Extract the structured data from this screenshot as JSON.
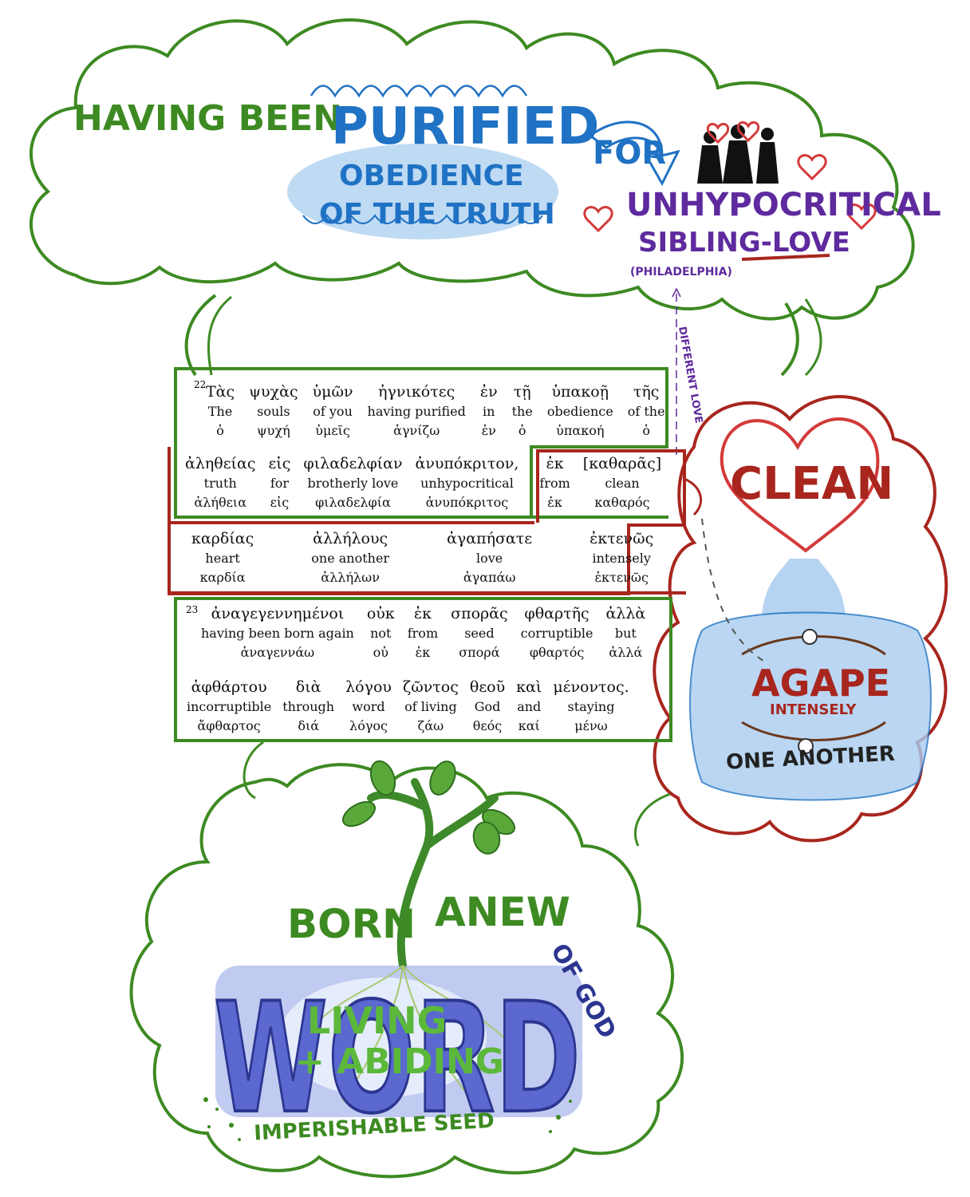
{
  "top_cloud": {
    "having_been": "HAVING BEEN",
    "purified": "PURIFIED",
    "obedience": "OBEDIENCE",
    "of_the_truth": "OF THE TRUTH",
    "for": "FOR",
    "unhypocritical": "UNHYPOCRITICAL",
    "sibling_love": "SIBLING-LOVE",
    "philadelphia": "(PHILADELPHIA)"
  },
  "side_note": "DIFFERENT LOVE",
  "right_cloud": {
    "clean": "CLEAN",
    "agape": "AGAPE",
    "intensely": "INTENSELY",
    "one_another": "ONE ANOTHER"
  },
  "bottom_cloud": {
    "born": "BORN",
    "anew": "ANEW",
    "word": "WORD",
    "of_god": "OF GOD",
    "living": "LIVING",
    "abiding": "+ ABIDING",
    "seed": "IMPERISHABLE SEED"
  },
  "verse22_number": "22",
  "verse23_number": "23",
  "rows": [
    [
      {
        "g": "Τὰς",
        "e": "The",
        "l": "ὁ"
      },
      {
        "g": "ψυχὰς",
        "e": "souls",
        "l": "ψυχή"
      },
      {
        "g": "ὑμῶν",
        "e": "of you",
        "l": "ὑμεῖς"
      },
      {
        "g": "ἡγνικότες",
        "e": "having purified",
        "l": "ἁγνίζω"
      },
      {
        "g": "ἐν",
        "e": "in",
        "l": "ἐν"
      },
      {
        "g": "τῇ",
        "e": "the",
        "l": "ὁ"
      },
      {
        "g": "ὑπακοῇ",
        "e": "obedience",
        "l": "ὑπακοή"
      },
      {
        "g": "τῆς",
        "e": "of the",
        "l": "ὁ"
      }
    ],
    [
      {
        "g": "ἀληθείας",
        "e": "truth",
        "l": "ἀλήθεια"
      },
      {
        "g": "εἰς",
        "e": "for",
        "l": "εἰς"
      },
      {
        "g": "φιλαδελφίαν",
        "e": "brotherly love",
        "l": "φιλαδελφία"
      },
      {
        "g": "ἀνυπόκριτον,",
        "e": "unhypocritical",
        "l": "ἀνυπόκριτος"
      },
      {
        "g": "ἐκ",
        "e": "from",
        "l": "ἐκ"
      },
      {
        "g": "[καθαρᾶς]",
        "e": "clean",
        "l": "καθαρός"
      }
    ],
    [
      {
        "g": "καρδίας",
        "e": "heart",
        "l": "καρδία"
      },
      {
        "g": "ἀλλήλους",
        "e": "one another",
        "l": "ἀλλήλων"
      },
      {
        "g": "ἀγαπήσατε",
        "e": "love",
        "l": "ἀγαπάω"
      },
      {
        "g": "ἐκτενῶς",
        "e": "intensely",
        "l": "ἐκτενῶς"
      }
    ],
    [
      {
        "g": "ἀναγεγεννημένοι",
        "e": "having been born again",
        "l": "ἀναγεννάω"
      },
      {
        "g": "οὐκ",
        "e": "not",
        "l": "οὐ"
      },
      {
        "g": "ἐκ",
        "e": "from",
        "l": "ἐκ"
      },
      {
        "g": "σπορᾶς",
        "e": "seed",
        "l": "σπορά"
      },
      {
        "g": "φθαρτῆς",
        "e": "corruptible",
        "l": "φθαρτός"
      },
      {
        "g": "ἀλλὰ",
        "e": "but",
        "l": "ἀλλά"
      }
    ],
    [
      {
        "g": "ἀφθάρτου",
        "e": "incorruptible",
        "l": "ἄφθαρτος"
      },
      {
        "g": "διὰ",
        "e": "through",
        "l": "διά"
      },
      {
        "g": "λόγου",
        "e": "word",
        "l": "λόγος"
      },
      {
        "g": "ζῶντος",
        "e": "of living",
        "l": "ζάω"
      },
      {
        "g": "θεοῦ",
        "e": "God",
        "l": "θεός"
      },
      {
        "g": "καὶ",
        "e": "and",
        "l": "καί"
      },
      {
        "g": "μένοντος.",
        "e": "staying",
        "l": "μένω"
      }
    ]
  ],
  "colors": {
    "green": "#3d8a22",
    "dark_green": "#2f6e1d",
    "red": "#a8261e",
    "purple": "#5e2a9e",
    "blue": "#1f72c4",
    "light_blue": "#a9cdef",
    "word_blue": "#6f7fd6",
    "heart_red": "#d33a3a"
  }
}
